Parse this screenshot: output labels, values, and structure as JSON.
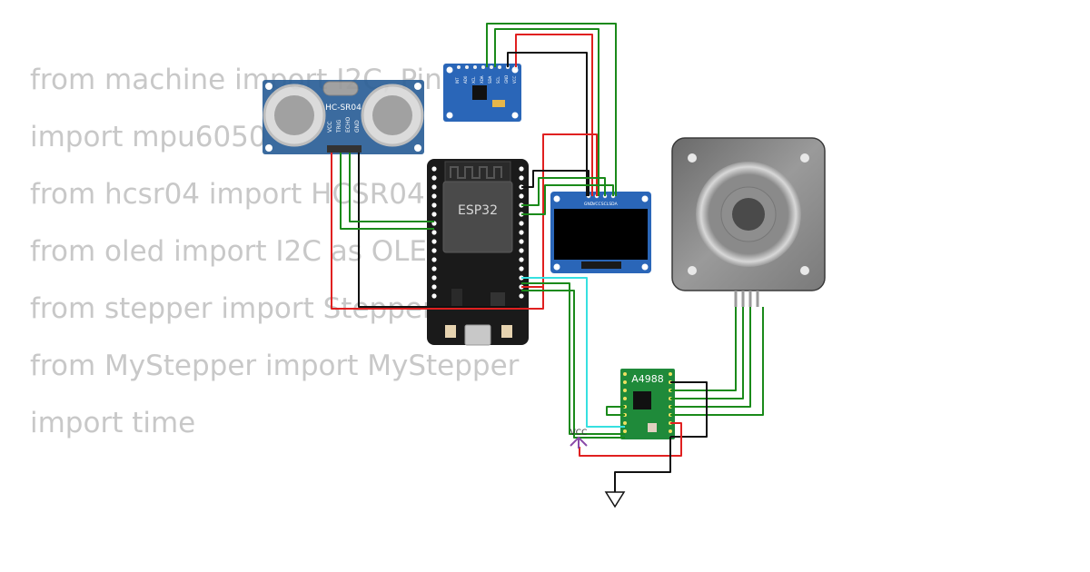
{
  "code_lines": [
    "from machine import I2C, Pin",
    "import mpu6050",
    "from hcsr04 import HCSR04",
    "from oled import I2C as OLED",
    "from stepper import Stepper",
    "from MyStepper import MyStepper",
    "import time"
  ],
  "components": {
    "hcsr04": {
      "label": "HC-SR04",
      "pins": [
        "VCC",
        "TRIG",
        "ECHO",
        "GND"
      ]
    },
    "esp32": {
      "label": "ESP32"
    },
    "mpu6050": {
      "pins": [
        "VCC",
        "GND",
        "SCL",
        "SDA",
        "XDA",
        "XCL",
        "AD0",
        "INT"
      ]
    },
    "oled": {
      "pins": [
        "GND",
        "VCC",
        "SCL",
        "SDA"
      ]
    },
    "a4988": {
      "label": "A4988"
    },
    "vcc": {
      "label": "VCC"
    }
  },
  "colors": {
    "wire_green": "#1a8a1a",
    "wire_red": "#e02020",
    "wire_black": "#111111",
    "wire_cyan": "#36e0e0",
    "pcb_blue": "#2a66b8",
    "pcb_green": "#1f8a3a",
    "vcc_purple": "#8a4aa8"
  }
}
